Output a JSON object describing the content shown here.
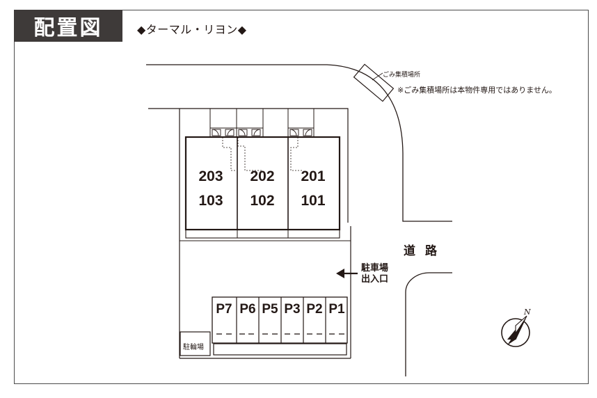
{
  "header": {
    "title": "配置図",
    "property_name": "◆ターマル・リヨン◆"
  },
  "garbage": {
    "label": "ごみ集積場所",
    "note": "※ごみ集積場所は本物件専用ではありません。"
  },
  "units": {
    "upper": [
      "203",
      "202",
      "201"
    ],
    "lower": [
      "103",
      "102",
      "101"
    ]
  },
  "parking": {
    "spaces": [
      "P7",
      "P6",
      "P5",
      "P3",
      "P2",
      "P1"
    ]
  },
  "labels": {
    "road": "道路",
    "entrance_line1": "駐車場",
    "entrance_line2": "出入口",
    "bicycle_parking": "駐輪場",
    "north": "N"
  }
}
